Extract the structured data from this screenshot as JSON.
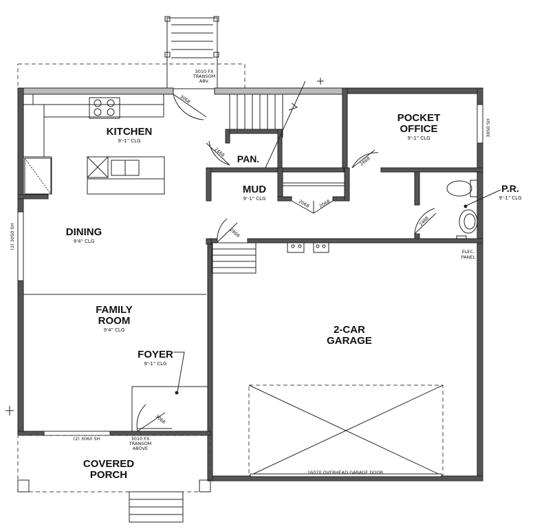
{
  "rooms": {
    "kitchen": {
      "name": "KITCHEN",
      "ceiling": "9'-1\" CLG"
    },
    "pantry": {
      "name": "PAN."
    },
    "pocket_office": {
      "name_line1": "POCKET",
      "name_line2": "OFFICE",
      "ceiling": "9'-1\" CLG"
    },
    "mud": {
      "name": "MUD",
      "ceiling": "9'-1\" CLG"
    },
    "powder_room": {
      "name": "P.R.",
      "ceiling": "9'-1\" CLG"
    },
    "dining": {
      "name": "DINING",
      "ceiling": "9'4\" CLG"
    },
    "family_room": {
      "name_line1": "FAMILY",
      "name_line2": "ROOM",
      "ceiling": "9'4\" CLG"
    },
    "foyer": {
      "name": "FOYER",
      "ceiling": "9'-1\" CLG"
    },
    "garage": {
      "name_line1": "2-CAR",
      "name_line2": "GARAGE"
    },
    "covered_porch": {
      "name_line1": "COVERED",
      "name_line2": "PORCH"
    }
  },
  "notes": {
    "transom_top_l1": "3010 FX",
    "transom_top_l2": "TRANSOM",
    "transom_top_l3": "ABV.",
    "transom_front_l1": "3010 FX",
    "transom_front_l2": "TRANSOM",
    "transom_front_l3": "ABOVE",
    "window_office": "3050 SH",
    "window_dining": "(2) 3050 SH",
    "window_front": "(2) 3060 SH",
    "elec_panel_l1": "ELEC.",
    "elec_panel_l2": "PANEL",
    "garage_door": "16070 OVERHEAD GARAGE DOOR"
  },
  "doors": {
    "kitchen_rear": "3068",
    "pantry": "2668",
    "office": "2668",
    "mud_closet_left": "2068",
    "mud_closet_right": "2068",
    "powder": "2468",
    "garage_entry": "2868",
    "front_entry": "3068"
  }
}
